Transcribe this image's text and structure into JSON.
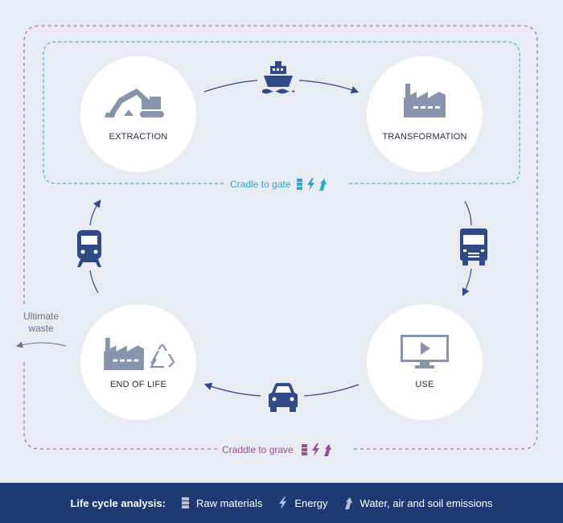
{
  "nodes": {
    "extraction": "EXTRACTION",
    "transformation": "TRANSFORMATION",
    "use": "USE",
    "end_of_life": "END OF LIFE"
  },
  "boundaries": {
    "cradle_to_gate": "Cradle to gate",
    "cradle_to_grave": "Craddle to grave"
  },
  "ultimate_waste": "Ultimate waste",
  "legend": {
    "title": "Life cycle analysis:",
    "items": [
      "Raw materials",
      "Energy",
      "Water, air and soil emissions"
    ]
  },
  "colors": {
    "background": "#e9ebf3",
    "icon": "#2f4a86",
    "icon_grey": "#8893ad",
    "gate_accent": "#27aacb",
    "grave_accent": "#9a4f93",
    "footer": "#1f3a73"
  },
  "icons": [
    "excavator-icon",
    "ship-icon",
    "factory-icon",
    "truck-icon",
    "monitor-play-icon",
    "car-icon",
    "recycle-icon",
    "train-icon",
    "raw-materials-icon",
    "energy-icon",
    "emissions-icon"
  ]
}
